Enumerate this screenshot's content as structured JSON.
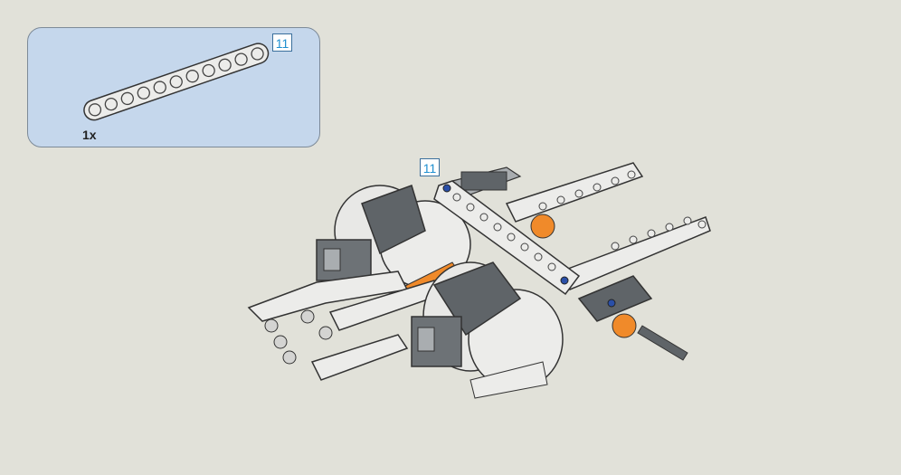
{
  "callout": {
    "part_number": "11",
    "quantity": "1x"
  },
  "model": {
    "part_number": "11"
  },
  "colors": {
    "background": "#e1e1d9",
    "callout_fill": "#c5d7ec",
    "beam_white": "#ececea",
    "dark_gray": "#5f6468",
    "light_gray": "#a9adb0",
    "orange": "#f08a2a",
    "blue_pin": "#2a4fa8",
    "number_blue": "#1f8fd0"
  }
}
